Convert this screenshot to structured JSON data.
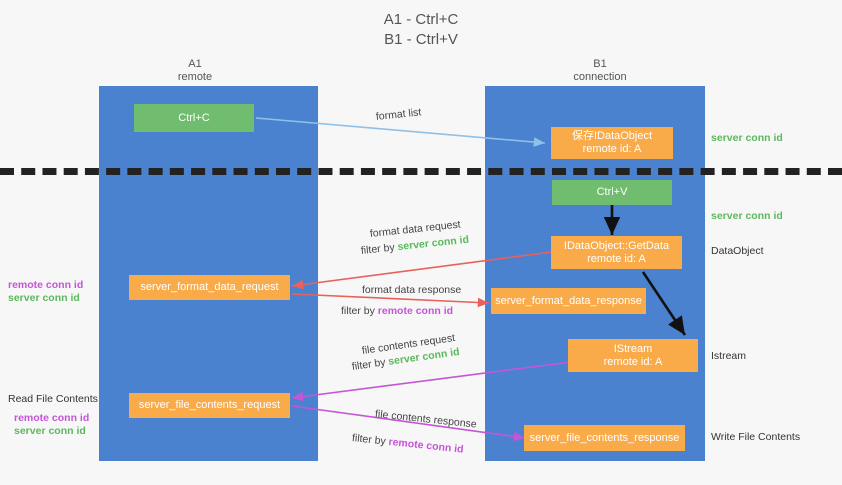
{
  "title": {
    "line1": "A1 - Ctrl+C",
    "line2": "B1 - Ctrl+V"
  },
  "columns": [
    {
      "name": "A1",
      "sub": "remote"
    },
    {
      "name": "B1",
      "sub": "connection"
    }
  ],
  "boxes": {
    "ctrl_c": "Ctrl+C",
    "ctrl_v": "Ctrl+V",
    "save_idataobject": "保存IDataObject",
    "save_idataobject_sub": "remote id: A",
    "getdata": "IDataObject::GetData",
    "getdata_sub": "remote id: A",
    "istream": "IStream",
    "istream_sub": "remote id: A",
    "server_format_data_request": "server_format_data_request",
    "server_format_data_response": "server_format_data_response",
    "server_file_contents_request": "server_file_contents_request",
    "server_file_contents_response": "server_file_contents_response"
  },
  "arrow_labels": {
    "format_list": "format list",
    "format_data_request": "format data request",
    "format_data_request_filter_prefix": "filter by ",
    "format_data_request_filter_value": "server conn id",
    "format_data_response": "format data response",
    "format_data_response_filter_prefix": "filter by ",
    "format_data_response_filter_value": "remote conn id",
    "file_contents_request": "file contents request",
    "file_contents_request_filter_prefix": "filter by ",
    "file_contents_request_filter_value": "server conn id",
    "file_contents_response": "file contents response",
    "file_contents_response_filter_prefix": "filter by ",
    "file_contents_response_filter_value": "remote conn id"
  },
  "side_labels": {
    "right_server_conn_id_top": "server conn id",
    "right_server_conn_id_mid": "server conn id",
    "right_dataobject": "DataObject",
    "right_istream": "Istream",
    "right_write_file_contents": "Write File Contents",
    "left_remote_conn_id_1": "remote conn id",
    "left_server_conn_id_1": "server conn id",
    "left_read_file_contents": "Read File Contents",
    "left_remote_conn_id_2": "remote conn id",
    "left_server_conn_id_2": "server conn id"
  },
  "colors": {
    "lane": "#4a82d0",
    "green_box": "#70bd70",
    "orange_box": "#f9ab4a",
    "background": "#f7f7f7",
    "conn_green": "#5cb85c",
    "conn_magenta": "#c455d6",
    "arrow_lightblue": "#8fc0e8",
    "arrow_red": "#e8615a",
    "arrow_magenta": "#c455d6",
    "arrow_black": "#111111",
    "divider": "#222222"
  }
}
